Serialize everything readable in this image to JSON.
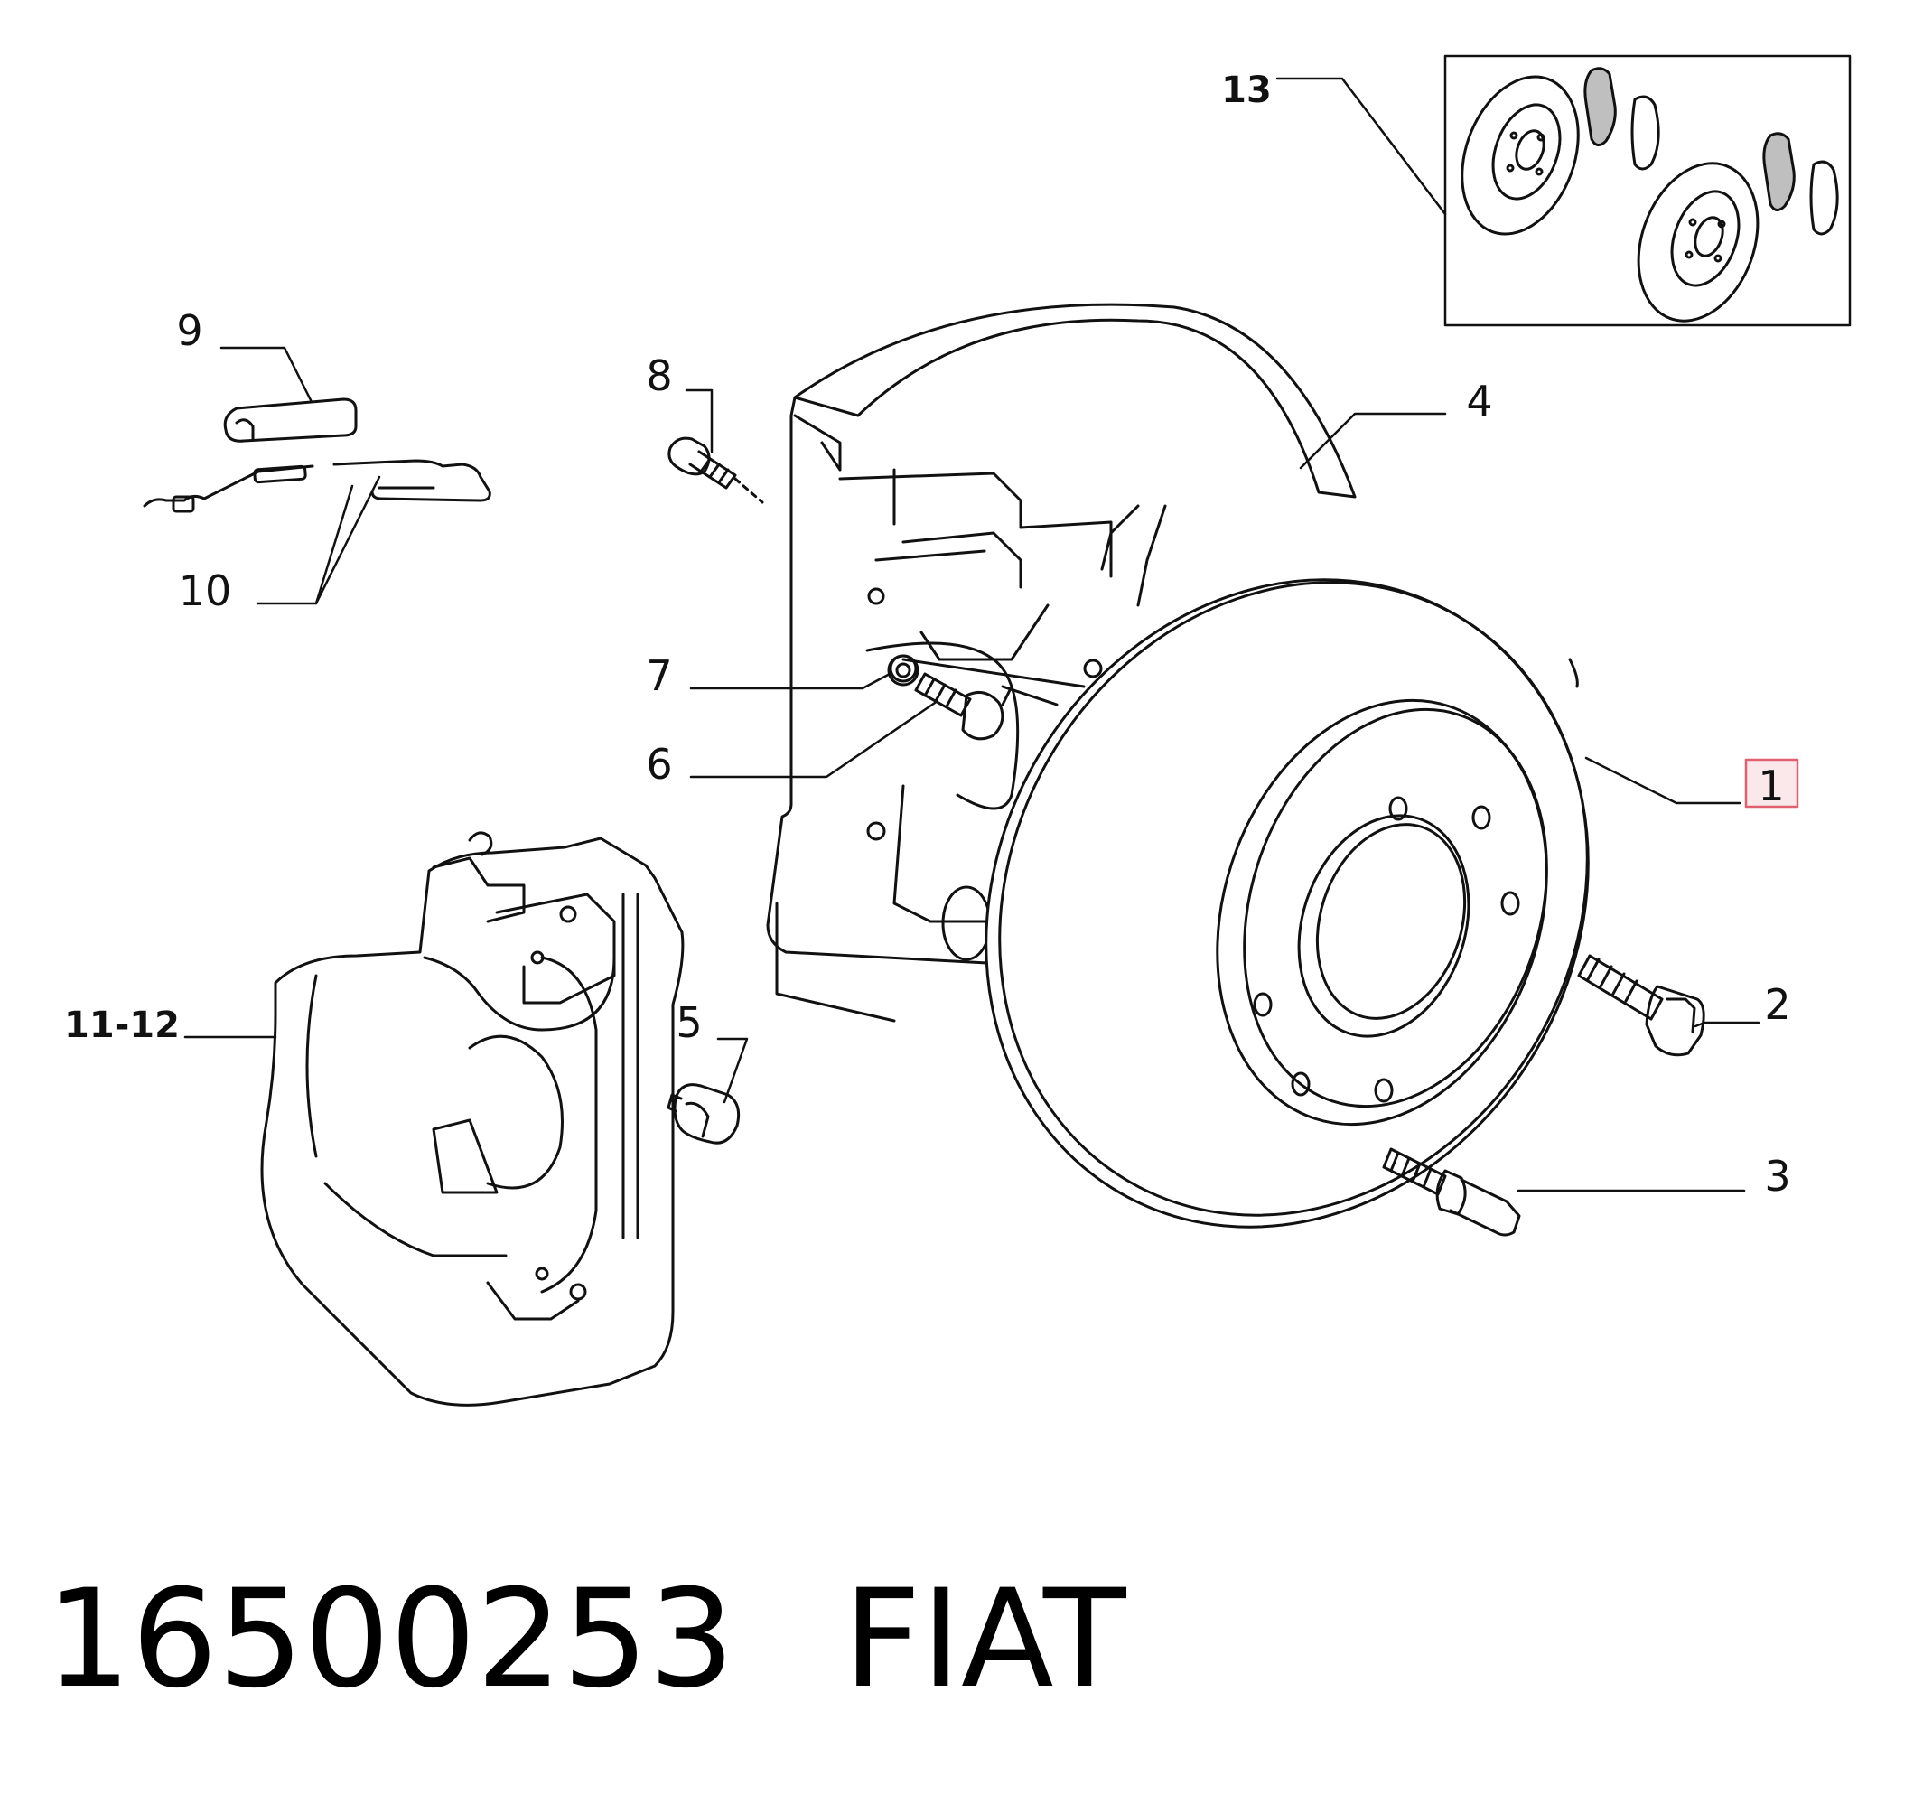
{
  "callouts": {
    "c1": "1",
    "c2": "2",
    "c3": "3",
    "c4": "4",
    "c5": "5",
    "c6": "6",
    "c7": "7",
    "c8": "8",
    "c9": "9",
    "c10": "10",
    "c1112": "11-12",
    "c13": "13"
  },
  "highlight_color": "#e06070",
  "footer": {
    "part_number": "16500253",
    "brand": "FIAT"
  }
}
